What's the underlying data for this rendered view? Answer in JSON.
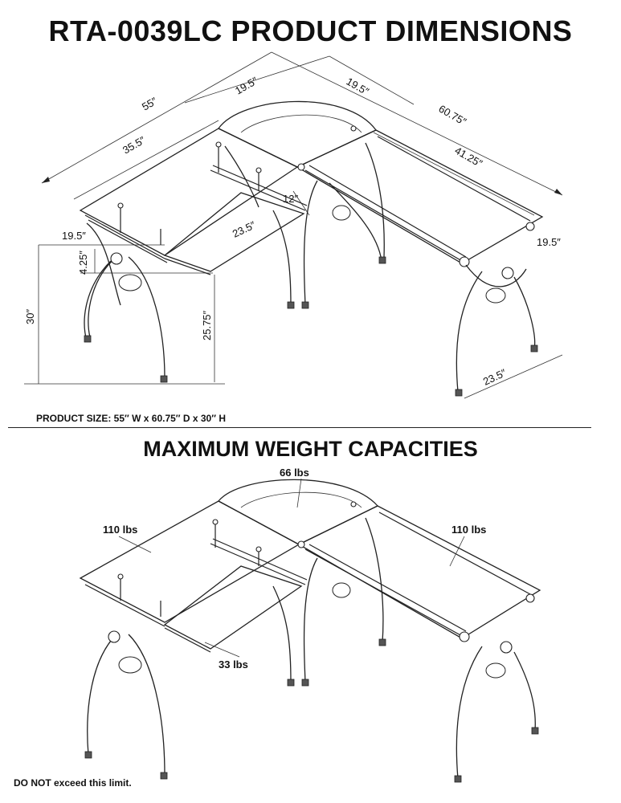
{
  "title": "RTA-0039LC PRODUCT DIMENSIONS",
  "dimensions": {
    "d55": "55″",
    "d19_5a": "19.5″",
    "d19_5b": "19.5″",
    "d60_75": "60.75″",
    "d35_5": "35.5″",
    "d41_25": "41.25″",
    "d12": "12″",
    "d23_5a": "23.5″",
    "d19_5c": "19.5″",
    "d19_5d": "19.5″",
    "d4_25": "4.25″",
    "d30": "30″",
    "d25_75": "25.75″",
    "d23_5b": "23.5″"
  },
  "product_size": "PRODUCT SIZE: 55″ W x 60.75″ D x 30″ H",
  "weights_title": "MAXIMUM WEIGHT CAPACITIES",
  "weights": {
    "corner": "66 lbs",
    "left": "110 lbs",
    "right": "110 lbs",
    "keyboard": "33 lbs"
  },
  "footer_note": "DO NOT exceed this limit."
}
